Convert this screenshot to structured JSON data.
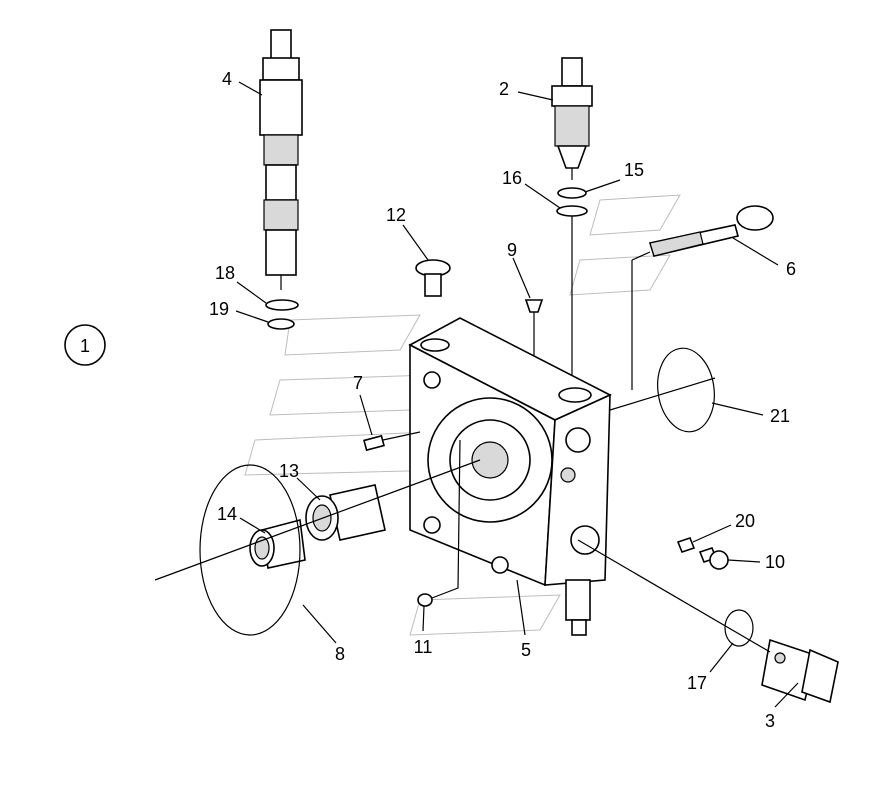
{
  "figure_marker": "1",
  "callouts": {
    "c1": "2",
    "c2": "3",
    "c3": "4",
    "c4": "5",
    "c5": "6",
    "c6": "7",
    "c7": "8",
    "c8": "9",
    "c9": "10",
    "c10": "11",
    "c11": "12",
    "c12": "13",
    "c13": "14",
    "c14": "15",
    "c15": "16",
    "c16": "17",
    "c17": "18",
    "c18": "19",
    "c19": "20",
    "c20": "21"
  }
}
